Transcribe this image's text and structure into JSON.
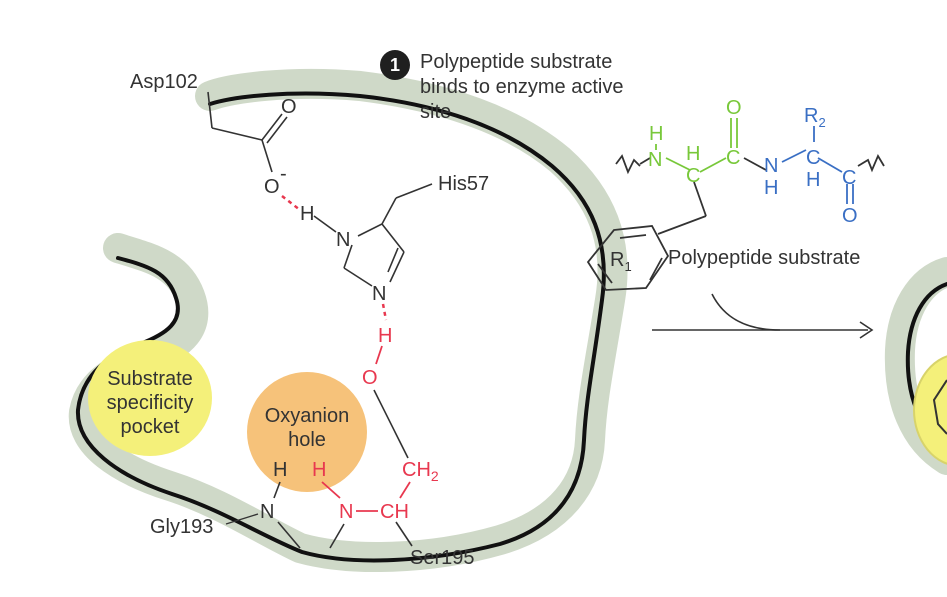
{
  "step": {
    "number": "1",
    "text": "Polypeptide substrate binds to enzyme active site"
  },
  "labels": {
    "asp": "Asp102",
    "his": "His57",
    "gly": "Gly193",
    "ser": "Ser195",
    "pocket_line1": "Substrate",
    "pocket_line2": "specificity",
    "pocket_line3": "pocket",
    "oxy_line1": "Oxyanion",
    "oxy_line2": "hole",
    "substrate": "Polypeptide substrate",
    "r1": "R",
    "r1_sub": "1",
    "r2": "R",
    "r2_sub": "2"
  },
  "atoms": {
    "O": "O",
    "N": "N",
    "H": "H",
    "C": "C",
    "CH": "CH",
    "CH2": "CH",
    "sub2": "2",
    "minus": "-"
  },
  "colors": {
    "enzyme_band": "#cfd9c8",
    "enzyme_outline": "#111111",
    "pocket": "#f4f07a",
    "oxyanion": "#f6c27a",
    "red_atoms": "#e8384f",
    "green_atoms": "#78c83a",
    "blue_atoms": "#3a6fc4",
    "black_atoms": "#333333"
  }
}
